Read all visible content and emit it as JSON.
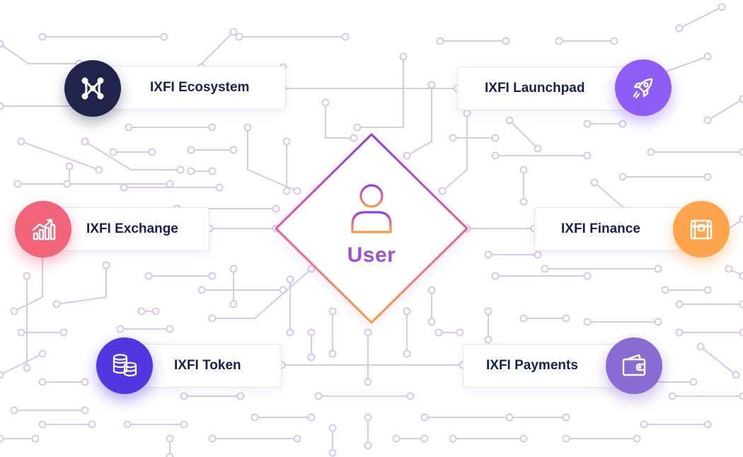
{
  "center": {
    "label": "User",
    "icon": "user-icon"
  },
  "nodes": [
    {
      "id": "ecosystem",
      "label": "IXFI Ecosystem",
      "icon": "ixfi-logo-icon",
      "color": "#20244a"
    },
    {
      "id": "launchpad",
      "label": "IXFI Launchpad",
      "icon": "rocket-icon",
      "color": "#8e5df5"
    },
    {
      "id": "exchange",
      "label": "IXFI Exchange",
      "icon": "growth-chart-icon",
      "color": "#f2647a"
    },
    {
      "id": "finance",
      "label": "IXFI Finance",
      "icon": "treasure-chest-icon",
      "color": "#ffa34d"
    },
    {
      "id": "token",
      "label": "IXFI Token",
      "icon": "coins-icon",
      "color": "#5236e0"
    },
    {
      "id": "payments",
      "label": "IXFI Payments",
      "icon": "wallet-icon",
      "color": "#8a6bd3"
    }
  ],
  "colors": {
    "circuit": "#d8c9f1",
    "gradient_top": "#8b3fe4",
    "gradient_bottom": "#ff9a3d"
  }
}
